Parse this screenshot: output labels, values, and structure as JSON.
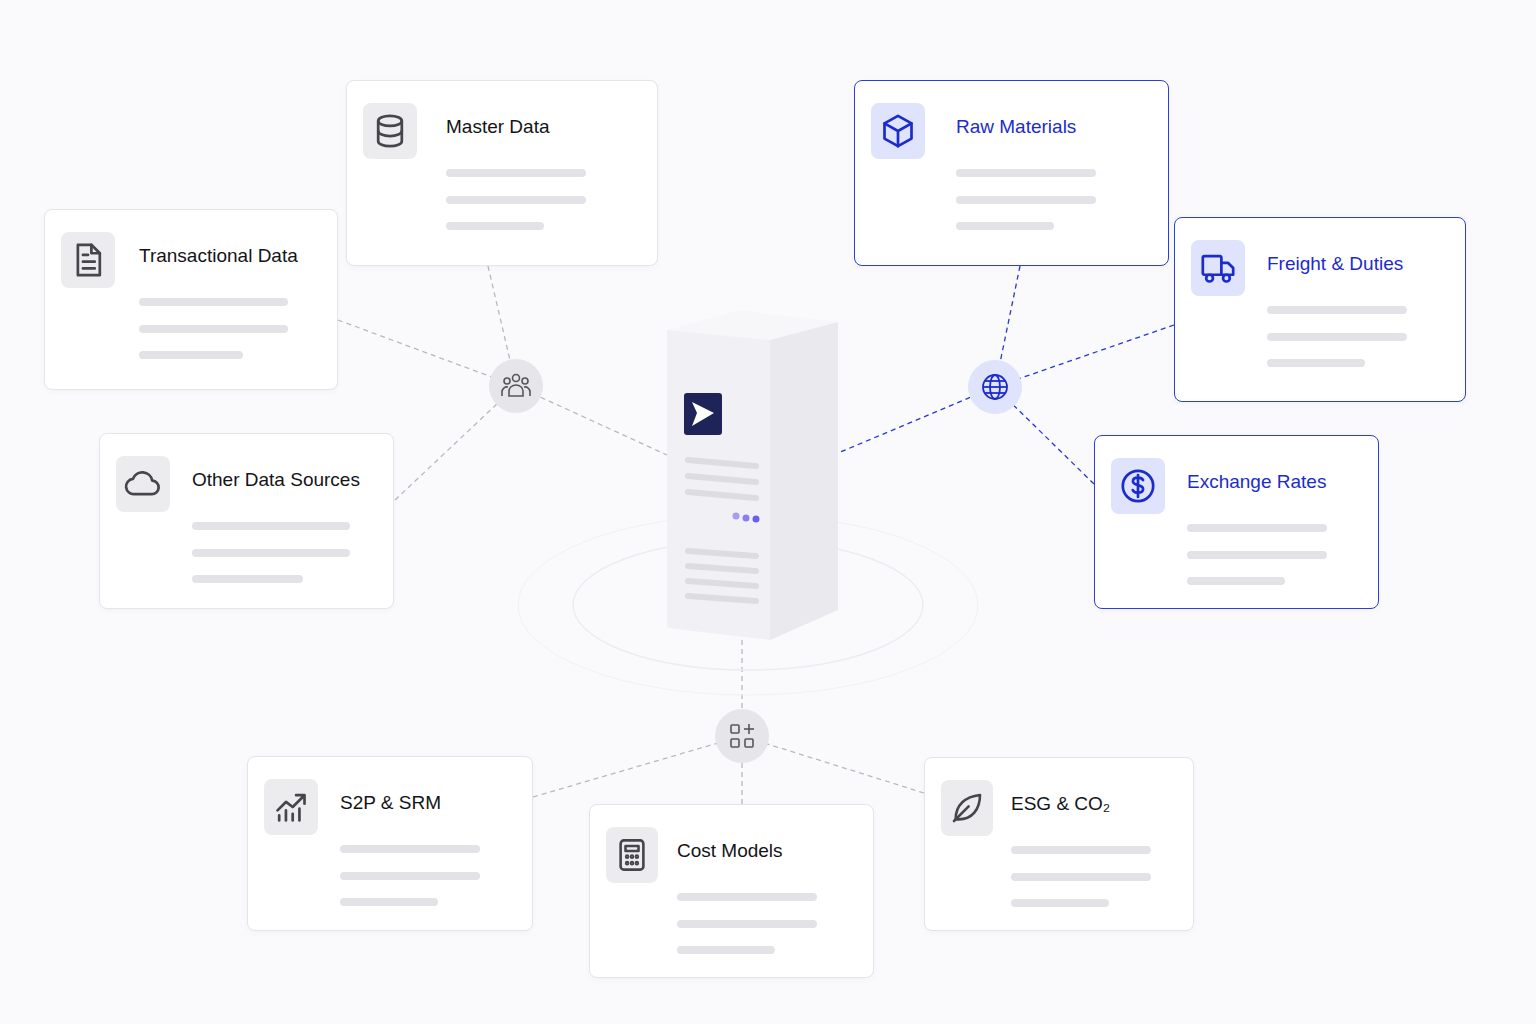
{
  "diagram": {
    "nodes": [
      {
        "text": [
          "Master Data"
        ]
      },
      {
        "text": [
          "Raw Materials"
        ]
      },
      {
        "text": [
          "Transactional Data"
        ]
      },
      {
        "text": [
          "Freight & Duties"
        ]
      },
      {
        "text": [
          "Other Data Sources"
        ]
      },
      {
        "text": [
          "Exchange Rates"
        ]
      },
      {
        "text": [
          "S2P & SRM"
        ]
      },
      {
        "text": [
          "ESG & CO₂"
        ]
      },
      {
        "text": [
          "Cost Models"
        ]
      }
    ]
  }
}
